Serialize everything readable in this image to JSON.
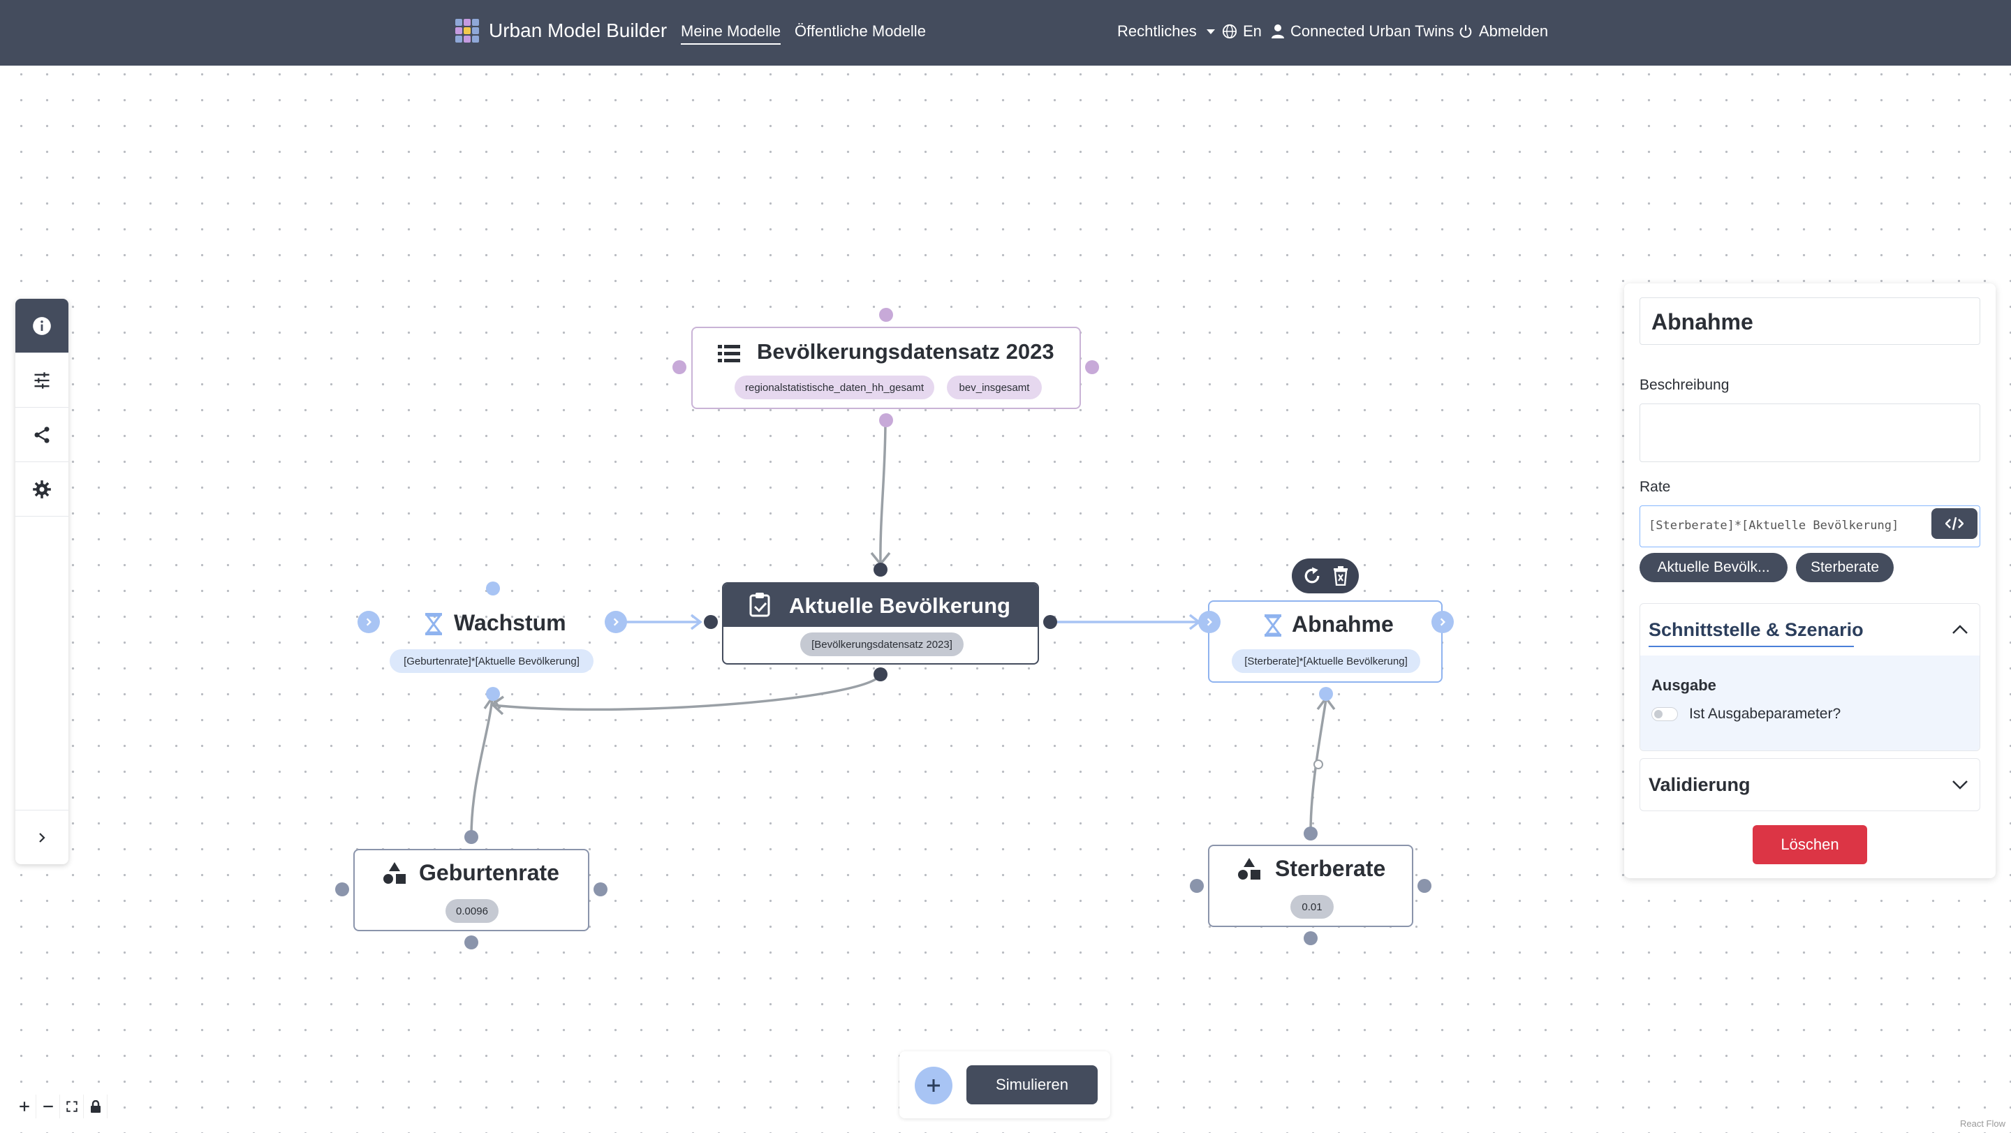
{
  "navbar": {
    "brand": "Urban Model Builder",
    "links": [
      "Meine Modelle",
      "Öffentliche Modelle"
    ],
    "legal": "Rechtliches",
    "language": "En",
    "user": "Connected Urban Twins",
    "logout": "Abmelden"
  },
  "nodes": {
    "dataset": {
      "title": "Bevölkerungsdatensatz 2023",
      "chips": [
        "regionalstatistische_daten_hh_gesamt",
        "bev_insgesamt"
      ]
    },
    "population": {
      "title": "Aktuelle Bevölkerung",
      "chip": "[Bevölkerungsdatensatz 2023]"
    },
    "growth": {
      "title": "Wachstum",
      "chip": "[Geburtenrate]*[Aktuelle Bevölkerung]"
    },
    "decline": {
      "title": "Abnahme",
      "chip": "[Sterberate]*[Aktuelle Bevölkerung]"
    },
    "birthrate": {
      "title": "Geburtenrate",
      "chip": "0.0096"
    },
    "deathrate": {
      "title": "Sterberate",
      "chip": "0.01"
    }
  },
  "panel": {
    "name": "Abnahme",
    "description_label": "Beschreibung",
    "description_value": "",
    "rate_label": "Rate",
    "rate_value": "[Sterberate]*[Aktuelle Bevölkerung]",
    "ref_pills": [
      "Aktuelle Bevölk...",
      "Sterberate"
    ],
    "section_interface": {
      "title": "Schnittstelle & Szenario",
      "output_label": "Ausgabe",
      "output_toggle_label": "Ist Ausgabeparameter?"
    },
    "section_validation": {
      "title": "Validierung"
    },
    "delete_label": "Löschen"
  },
  "bottom": {
    "simulate_label": "Simulieren"
  },
  "attribution": "React Flow",
  "colors": {
    "navbar": "#444c5d",
    "dataset_border": "#c9b3d6",
    "flow_blue": "#a8c4f4",
    "delete_red": "#dc3545",
    "variable_gray": "#8a94ab"
  }
}
